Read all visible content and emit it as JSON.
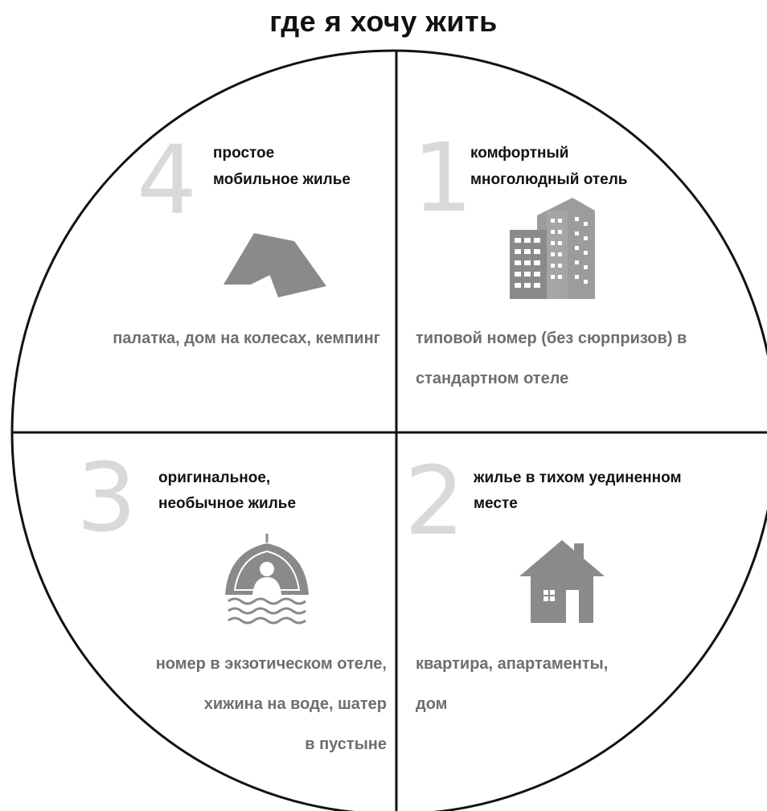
{
  "title": "где я хочу жить",
  "quadrants": [
    {
      "number": "1",
      "heading": [
        "комфортный",
        "многолюдный отель"
      ],
      "description": [
        "типовой номер (без сюрпризов) в",
        "стандартном отеле"
      ],
      "icon": "office-building-icon"
    },
    {
      "number": "2",
      "heading": [
        "жилье в тихом уединенном",
        "месте"
      ],
      "description": [
        "квартира, апартаменты,",
        "дом"
      ],
      "icon": "house-icon"
    },
    {
      "number": "3",
      "heading": [
        "оригинальное,",
        "необычное жилье"
      ],
      "description": [
        "номер в экзотическом отеле,",
        "хижина на воде, шатер",
        "в пустыне"
      ],
      "icon": "water-hut-icon"
    },
    {
      "number": "4",
      "heading": [
        "простое",
        "мобильное жилье"
      ],
      "description": [
        "палатка, дом на колесах, кемпинг"
      ],
      "icon": "tent-icon"
    }
  ],
  "colors": {
    "outline": "#111111",
    "big_number": "#d9d9d9",
    "icon": "#8a8a8a",
    "description_text": "#6e6e6e"
  }
}
